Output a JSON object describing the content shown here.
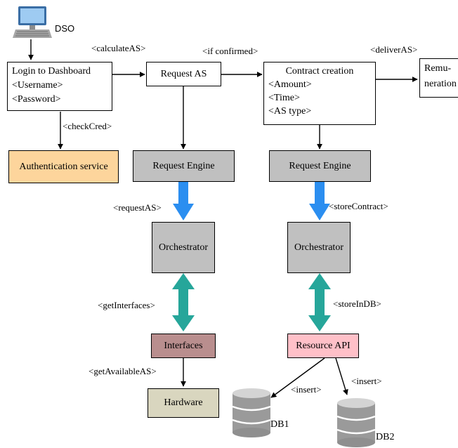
{
  "actor": {
    "label": "DSO",
    "icon": "computer-icon"
  },
  "boxes": {
    "login": {
      "lines": [
        "Login to Dashboard",
        "<Username>",
        "<Password>"
      ]
    },
    "request_as": {
      "label": "Request AS"
    },
    "contract": {
      "lines": [
        "Contract creation",
        "<Amount>",
        "<Time>",
        "<AS type>"
      ]
    },
    "remuneration": {
      "lines": [
        "Remu-",
        "neration"
      ]
    },
    "auth_service": {
      "label": "Authentication service"
    },
    "request_engine_left": {
      "label": "Request Engine"
    },
    "request_engine_right": {
      "label": "Request Engine"
    },
    "orchestrator_left": {
      "label": "Orchestrator"
    },
    "orchestrator_right": {
      "label": "Orchestrator"
    },
    "interfaces": {
      "label": "Interfaces"
    },
    "resource_api": {
      "label": "Resource API"
    },
    "hardware": {
      "label": "Hardware"
    }
  },
  "databases": {
    "db1": {
      "label": "DB1",
      "icon": "database-icon"
    },
    "db2": {
      "label": "DB2",
      "icon": "database-icon"
    }
  },
  "edge_labels": {
    "calculate_as": "<calculateAS>",
    "if_confirmed": "<if confirmed>",
    "deliver_as": "<deliverAS>",
    "check_cred": "<checkCred>",
    "request_as_call": "<requestAS>",
    "store_contract": "<storeContract>",
    "get_interfaces": "<getInterfaces>",
    "store_in_db": "<storeInDB>",
    "get_available_as": "<getAvailableAS>",
    "insert_db1": "<insert>",
    "insert_db2": "<insert>"
  },
  "colors": {
    "gray_box": "#c0c0c0",
    "auth_service": "#fdd59c",
    "interfaces": "#b98e8e",
    "hardware": "#d9d6bf",
    "resource_api": "#ffc0c8",
    "blue_arrow": "#2b8ef0",
    "teal_arrow": "#26a69a"
  }
}
